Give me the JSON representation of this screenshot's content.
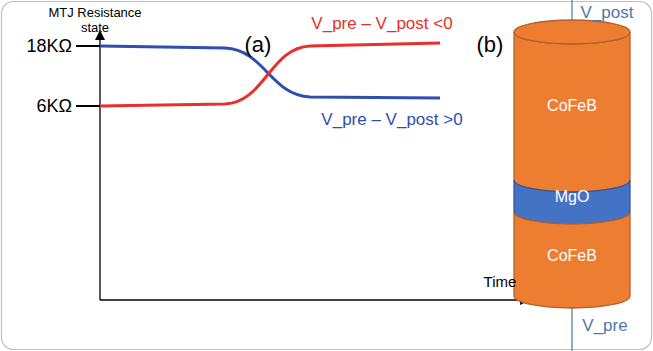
{
  "diagram": {
    "nodes": [
      {
        "text": [
          "CoFeB"
        ]
      },
      {
        "text": [
          "MgO"
        ]
      },
      {
        "text": [
          "CoFeB"
        ]
      }
    ],
    "labels": [
      "(a)",
      "MTJ Resistance state",
      "18KΩ",
      "6KΩ",
      "V_pre – V_post <0",
      "V_pre – V_post >0",
      "Time",
      "(b)",
      "V_post",
      "V_pre"
    ]
  }
}
